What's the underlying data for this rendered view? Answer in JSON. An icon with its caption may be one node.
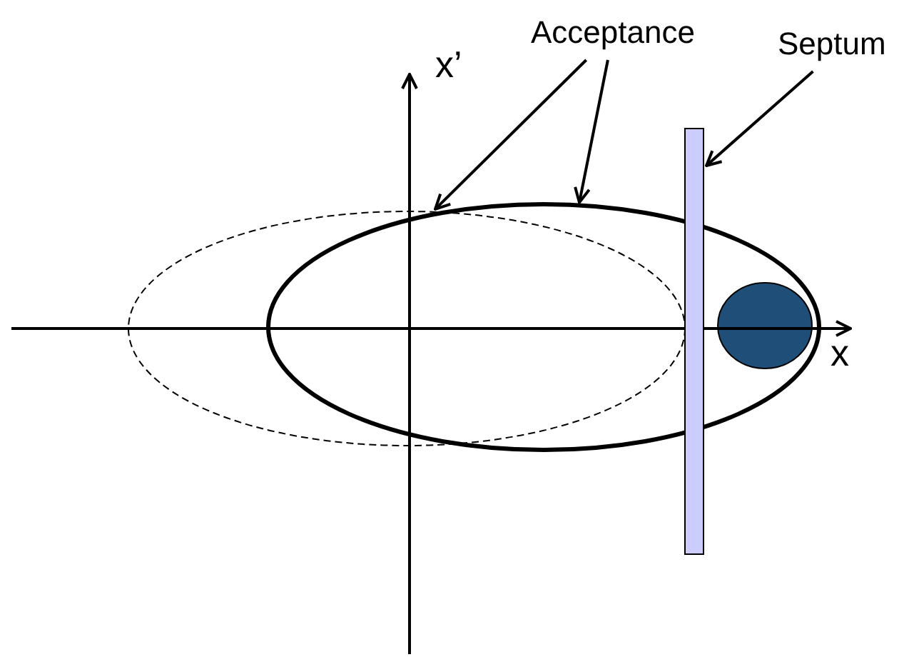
{
  "diagram": {
    "nodes": [
      {
        "text": [
          "Acceptance"
        ]
      },
      {
        "text": [],
        "shape": "ellipse"
      },
      {
        "text": [],
        "shape": "ellipse"
      },
      {
        "text": [
          "Septum"
        ]
      },
      {
        "text": [],
        "shape": "bar"
      }
    ],
    "edges": [
      {
        "from": 0,
        "to": 1,
        "arrow": "to"
      },
      {
        "from": 0,
        "to": 2,
        "arrow": "to"
      },
      {
        "from": 3,
        "to": 4,
        "arrow": "to"
      }
    ],
    "labels": [
      "x’",
      "x"
    ]
  }
}
